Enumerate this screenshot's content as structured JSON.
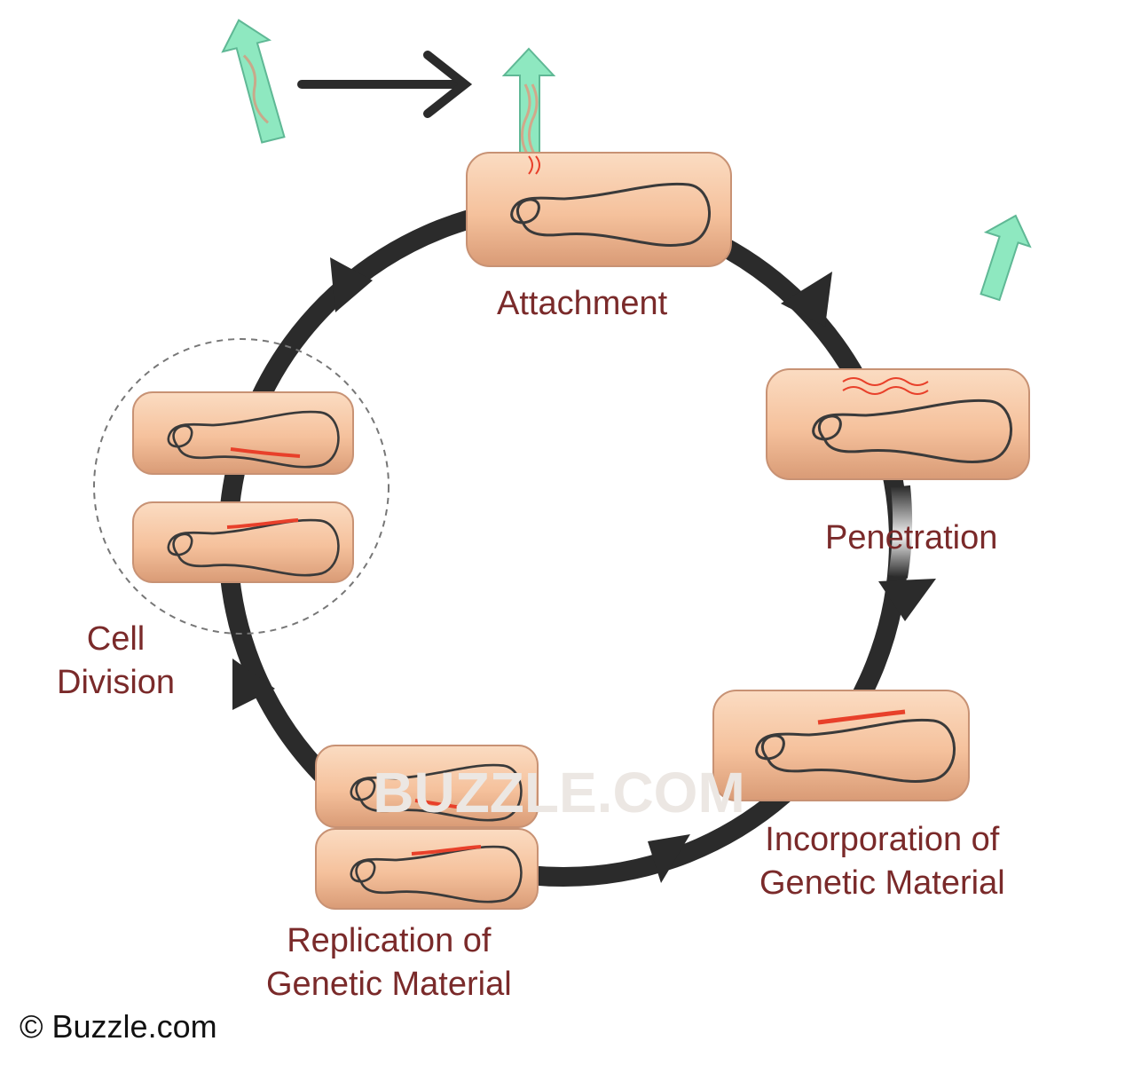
{
  "colors": {
    "cycle_ring": "#2b2b2b",
    "cell_fill": "#f6c6a3",
    "cell_border": "#c89274",
    "chromosome": "#3a3a3a",
    "viral_dna": "#e8402a",
    "phage": "#8ee8c0",
    "label_text": "#7a2a2a"
  },
  "labels": {
    "attachment": "Attachment",
    "penetration": "Penetration",
    "incorporation": [
      "Incorporation of",
      "Genetic Material"
    ],
    "replication": [
      "Replication of",
      "Genetic Material"
    ],
    "cell_division": [
      "Cell",
      "Division"
    ]
  },
  "watermark": "BUZZLE.COM",
  "credit": "© Buzzle.com"
}
